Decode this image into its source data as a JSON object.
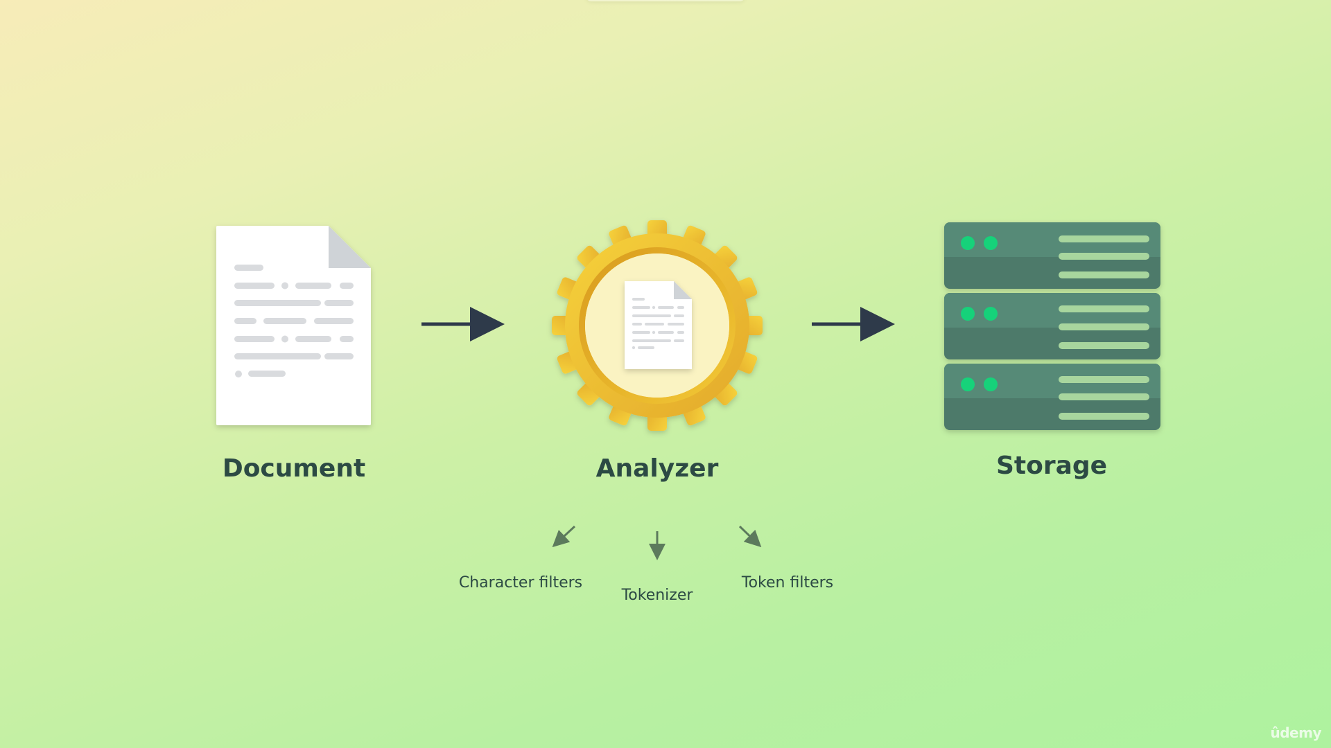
{
  "nodes": {
    "document": {
      "label": "Document"
    },
    "analyzer": {
      "label": "Analyzer"
    },
    "storage": {
      "label": "Storage"
    }
  },
  "analyzer_parts": {
    "character_filters": "Character filters",
    "tokenizer": "Tokenizer",
    "token_filters": "Token filters"
  },
  "watermark": "ûdemy",
  "colors": {
    "text": "#2c4a44",
    "arrow": "#2e3a4a",
    "gear": "#f2c32a",
    "gear_dark": "#d6a01f",
    "server": "#4f7f6e",
    "server_light": "#5a8e7a",
    "server_led": "#15d377",
    "server_bar": "#a8d69e",
    "paper": "#ffffff",
    "paper_lines": "#d9dbde",
    "sub_arrow": "#5c7a5c"
  }
}
